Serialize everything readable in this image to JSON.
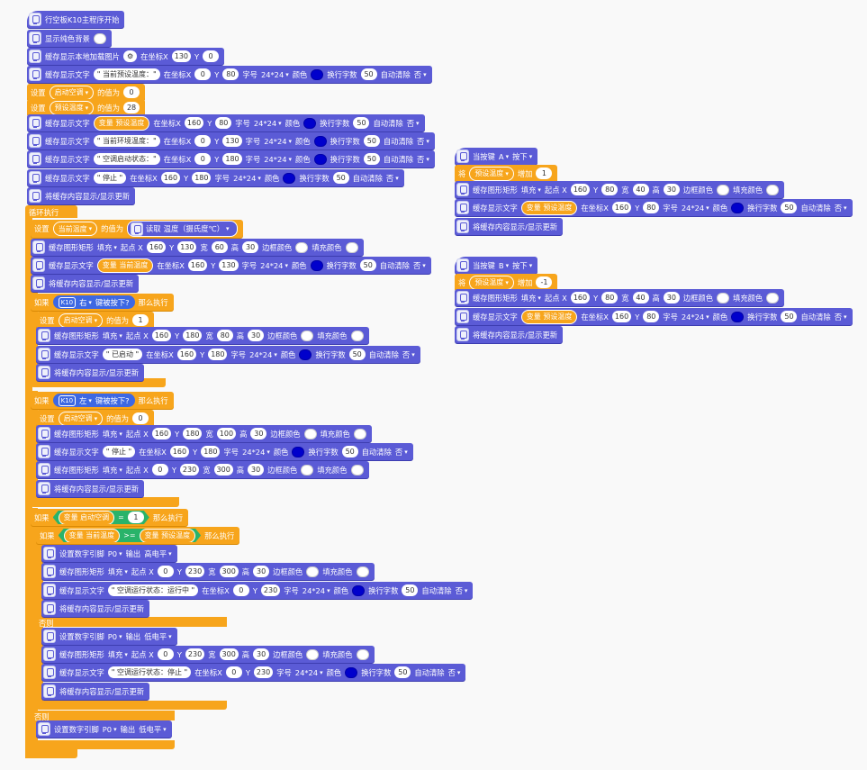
{
  "lbl": {
    "start": "行空板K10主程序开始",
    "fill_bg": "显示纯色背景",
    "load_img": "缓存显示本地加载图片",
    "at_x": "在坐标X",
    "y": "Y",
    "text_cache": "缓存显示文字",
    "rect_cache": "缓存图形矩形",
    "fill": "填充",
    "start_x": "起点 X",
    "width": "宽",
    "height": "高",
    "border_color": "边框颜色",
    "fill_color": "填充颜色",
    "font_size": "字号",
    "font": "24*24",
    "color": "颜色",
    "wrap": "换行字数",
    "auto_clear": "自动清除",
    "no": "否",
    "update": "将缓存内容显示/显示更新",
    "set": "设置",
    "value_of": "的值为",
    "var": "变量",
    "var_ac": "启动空调",
    "var_target": "预设温度",
    "var_cur": "当前温度",
    "loop": "循环执行",
    "read": "读取",
    "temp_c": "温度（摄氏度℃）",
    "if": "如果",
    "then": "那么执行",
    "else": "否则",
    "k10": "K10",
    "right": "右",
    "left": "左",
    "pressed_q": "键被按下?",
    "eq": "=",
    "ge": ">=",
    "set_pin": "设置数字引脚",
    "pin": "P0",
    "output": "输出",
    "high": "高电平",
    "low": "低电平",
    "when_key": "当按键",
    "key_a": "A",
    "key_b": "B",
    "pressed": "按下",
    "inc_prefix": "将",
    "inc_by": "增加"
  },
  "str": {
    "set_temp": "\" 当前预设温度：\"",
    "env_temp": "\" 当前环境温度：\"",
    "ac_state": "\" 空调启动状态：\"",
    "stop": "\" 停止 \"",
    "started": "\" 已启动 \"",
    "running": "\" 空调运行状态：运行中 \"",
    "stopped": "\" 空调运行状态：停止 \""
  },
  "num": {
    "n0": "0",
    "n1": "1",
    "n28": "28",
    "n30": "30",
    "n40": "40",
    "n50": "50",
    "n60": "60",
    "n80": "80",
    "n100": "100",
    "n130": "130",
    "n160": "160",
    "n180": "180",
    "n230": "230",
    "n300": "300",
    "nm1": "-1"
  },
  "colors": {
    "control": "#f7a51c",
    "display": "#5b5bd6",
    "logic": "#29b36a",
    "text_blue": "#0000cc",
    "white": "#ffffff"
  }
}
